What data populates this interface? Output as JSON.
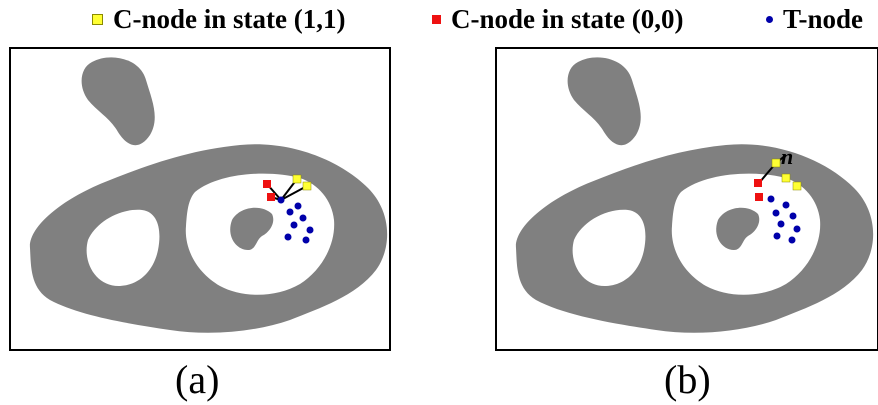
{
  "legend": {
    "items": [
      {
        "label": "C-node in state (1,1)",
        "marker": "yellow-square",
        "color": "#ffff33"
      },
      {
        "label": "C-node in state (0,0)",
        "marker": "red-square",
        "color": "#ee1111"
      },
      {
        "label": "T-node",
        "marker": "blue-dot",
        "color": "#0000aa"
      }
    ]
  },
  "panels": [
    {
      "label": "(a)"
    },
    {
      "label": "(b)",
      "annotation": "n"
    }
  ],
  "colors": {
    "region": "#808080",
    "frame": "#000000",
    "background": "#ffffff"
  }
}
